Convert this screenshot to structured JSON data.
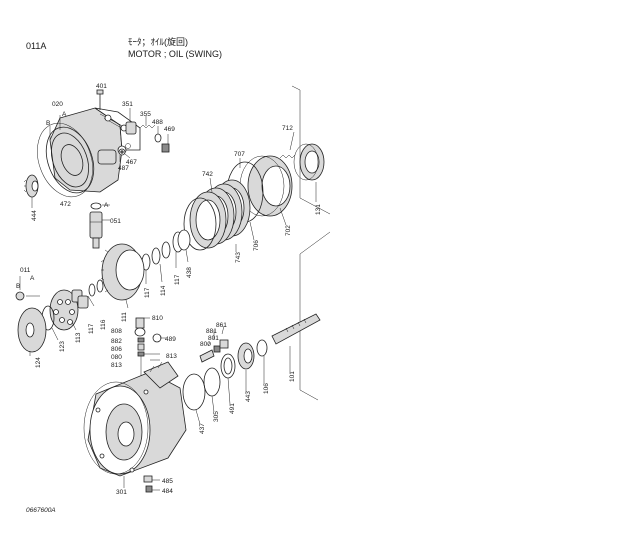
{
  "header": {
    "section_code": "011A",
    "title_jp": "ﾓｰﾀ；ｵｲﾙ(旋回)",
    "title_en": "MOTOR ; OIL (SWING)"
  },
  "drawing_code": "0667600A",
  "parts": {
    "p401": "401",
    "p020": "020",
    "pA1": "A",
    "pB1": "B",
    "p351": "351",
    "p355": "355",
    "p488": "488",
    "p469": "469",
    "p467": "467",
    "p487": "487",
    "p472": "472",
    "p444": "444",
    "pA2": "A",
    "p051": "051",
    "p712": "712",
    "p707": "707",
    "p742": "742",
    "p131": "131",
    "p702": "702",
    "p706": "706",
    "p743": "743",
    "p011": "011",
    "pA3": "A",
    "pB2": "B",
    "p117a": "117",
    "p114": "114",
    "p117b": "117",
    "p438": "438",
    "p111": "111",
    "p116": "116",
    "p113": "113",
    "p117c": "117",
    "p123": "123",
    "p124": "124",
    "p810": "810",
    "p808": "808",
    "p489": "489",
    "p882": "882",
    "p806": "806",
    "p080": "080",
    "p813a": "813",
    "p813b": "813",
    "p800": "800",
    "p801": "801",
    "p881": "881",
    "p861": "861",
    "p101": "101",
    "p106": "106",
    "p443": "443",
    "p491": "491",
    "p305": "305",
    "p437": "437",
    "p301": "301",
    "p485": "485",
    "p484": "484"
  },
  "colors": {
    "line": "#222222",
    "shade": "#d9d9d9",
    "dark_shade": "#8a8a8a",
    "background": "#ffffff"
  }
}
